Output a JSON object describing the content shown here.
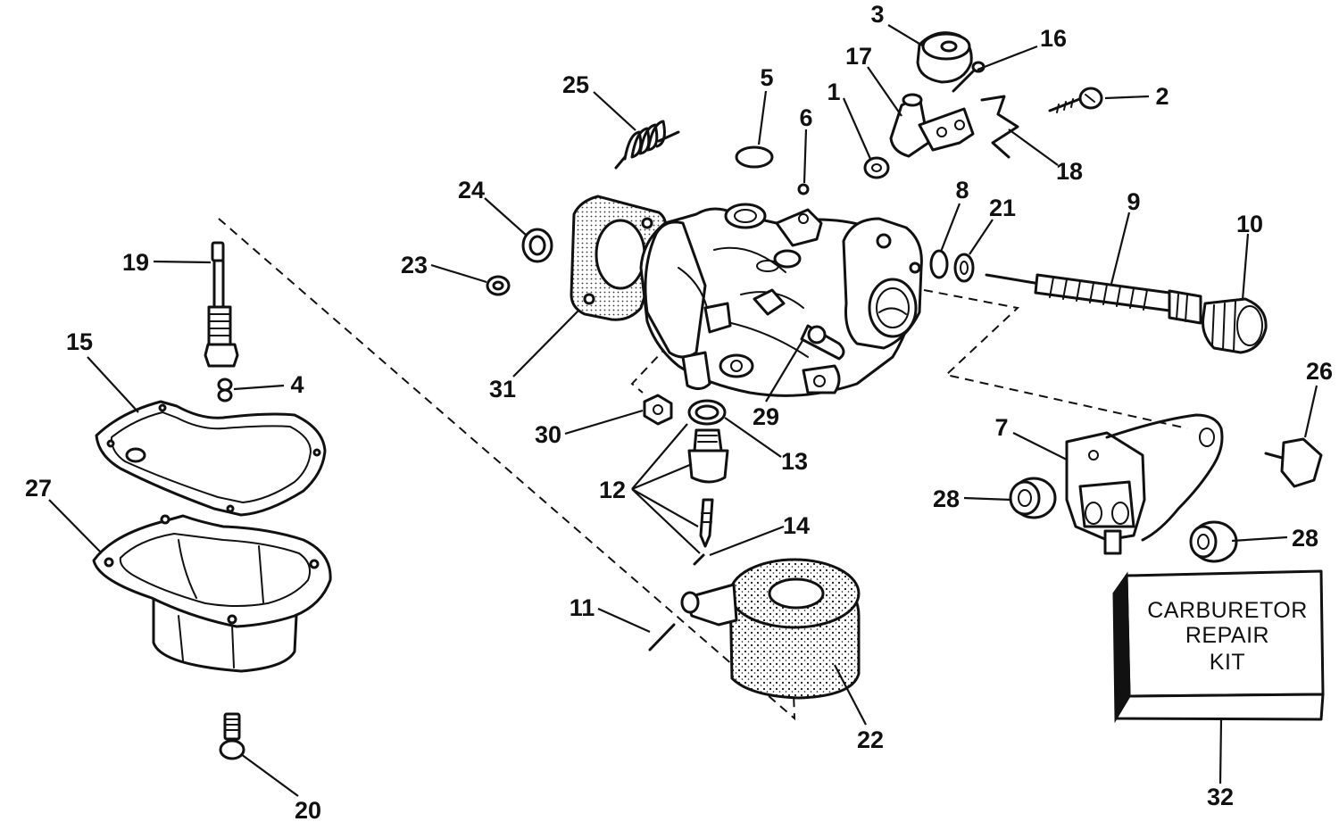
{
  "callouts": [
    {
      "id": "1",
      "text": "1"
    },
    {
      "id": "2",
      "text": "2"
    },
    {
      "id": "3",
      "text": "3"
    },
    {
      "id": "4",
      "text": "4"
    },
    {
      "id": "5",
      "text": "5"
    },
    {
      "id": "6",
      "text": "6"
    },
    {
      "id": "7",
      "text": "7"
    },
    {
      "id": "8",
      "text": "8"
    },
    {
      "id": "9",
      "text": "9"
    },
    {
      "id": "10",
      "text": "10"
    },
    {
      "id": "11",
      "text": "11"
    },
    {
      "id": "12",
      "text": "12"
    },
    {
      "id": "13",
      "text": "13"
    },
    {
      "id": "14",
      "text": "14"
    },
    {
      "id": "15",
      "text": "15"
    },
    {
      "id": "16",
      "text": "16"
    },
    {
      "id": "17",
      "text": "17"
    },
    {
      "id": "18",
      "text": "18"
    },
    {
      "id": "19",
      "text": "19"
    },
    {
      "id": "20",
      "text": "20"
    },
    {
      "id": "21",
      "text": "21"
    },
    {
      "id": "22",
      "text": "22"
    },
    {
      "id": "23",
      "text": "23"
    },
    {
      "id": "24",
      "text": "24"
    },
    {
      "id": "25",
      "text": "25"
    },
    {
      "id": "26",
      "text": "26"
    },
    {
      "id": "27",
      "text": "27"
    },
    {
      "id": "28a",
      "text": "28"
    },
    {
      "id": "28b",
      "text": "28"
    },
    {
      "id": "29",
      "text": "29"
    },
    {
      "id": "30",
      "text": "30"
    },
    {
      "id": "31",
      "text": "31"
    },
    {
      "id": "32",
      "text": "32"
    }
  ],
  "kit_box": {
    "line1": "CARBURETOR",
    "line2": "REPAIR",
    "line3": "KIT"
  }
}
